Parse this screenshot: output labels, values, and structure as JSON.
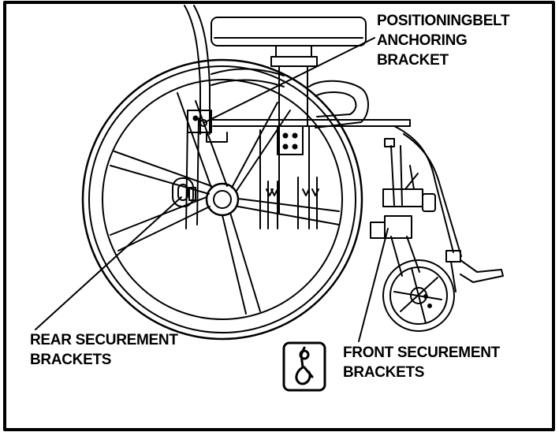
{
  "labels": {
    "positioning": [
      "POSITIONINGBELT",
      "ANCHORING",
      "BRACKET"
    ],
    "rear": [
      "REAR SECUREMENT",
      "BRACKETS"
    ],
    "front": [
      "FRONT SECUREMENT",
      "BRACKETS"
    ]
  },
  "icons": {
    "tiedown": "hook-icon"
  },
  "colors": {
    "ink": "#000000",
    "paper": "#ffffff"
  }
}
